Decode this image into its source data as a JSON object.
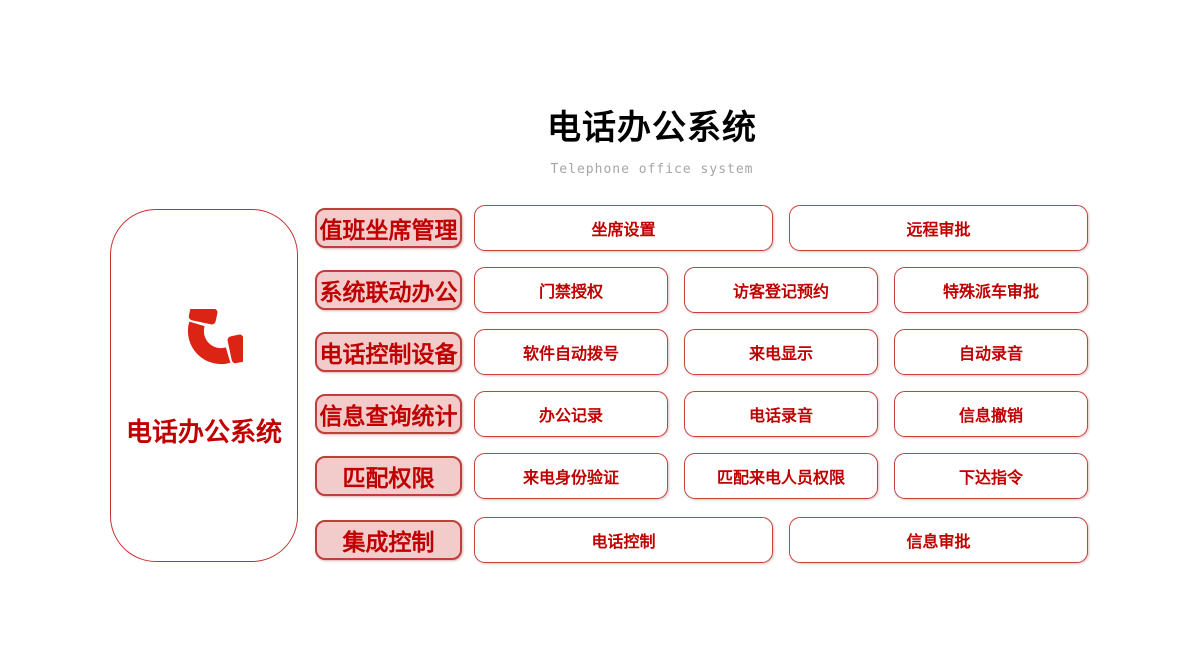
{
  "header": {
    "title": "电话办公系统",
    "subtitle": "Telephone office system"
  },
  "left_panel": {
    "icon": "phone-icon",
    "label": "电话办公系统"
  },
  "rows": [
    {
      "label": "值班坐席管理",
      "items": [
        "坐席设置",
        "远程审批"
      ]
    },
    {
      "label": "系统联动办公",
      "items": [
        "门禁授权",
        "访客登记预约",
        "特殊派车审批"
      ]
    },
    {
      "label": "电话控制设备",
      "items": [
        "软件自动拨号",
        "来电显示",
        "自动录音"
      ]
    },
    {
      "label": "信息查询统计",
      "items": [
        "办公记录",
        "电话录音",
        "信息撤销"
      ]
    },
    {
      "label": "匹配权限",
      "items": [
        "来电身份验证",
        "匹配来电人员权限",
        "下达指令"
      ]
    },
    {
      "label": "集成控制",
      "items": [
        "电话控制",
        "信息审批"
      ]
    }
  ],
  "colors": {
    "accent_text": "#c00000",
    "category_fill": "#f2cbcb",
    "category_border": "#bf3f3c",
    "box_border": "#c4423e",
    "panel_border": "#c5302e",
    "phone_icon": "#dc2414",
    "title": "#000000",
    "subtitle": "#a6a6a6"
  }
}
